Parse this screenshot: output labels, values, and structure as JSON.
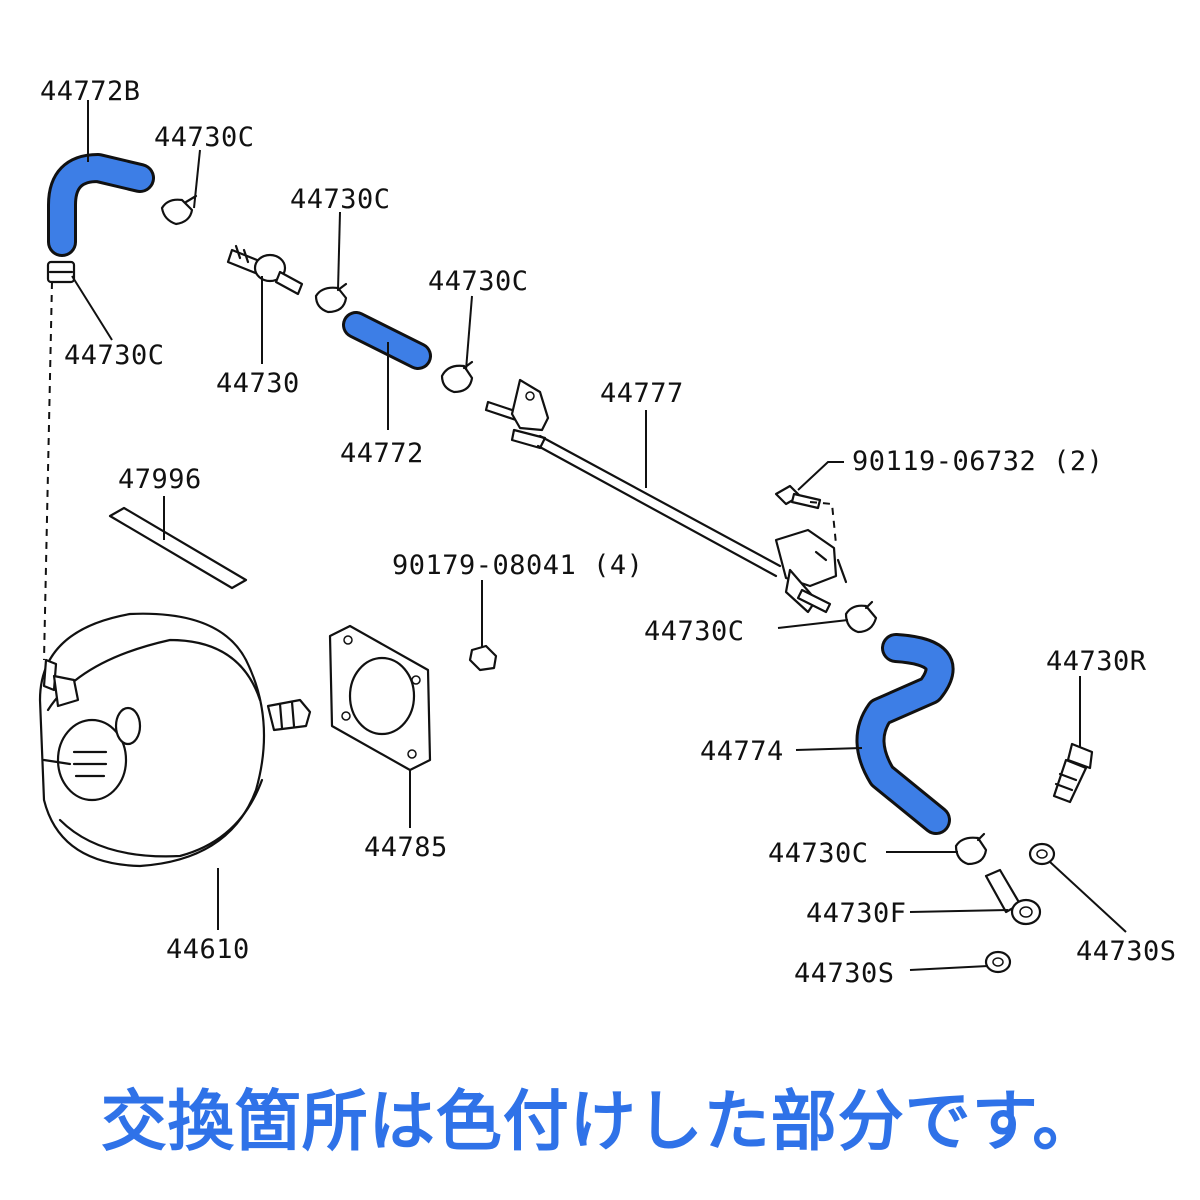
{
  "colors": {
    "highlight": "#3d7ee6",
    "line": "#111111",
    "caption": "#2f72e8"
  },
  "labels": {
    "p44772B": "44772B",
    "p44730C_1": "44730C",
    "p44730C_2": "44730C",
    "p44730C_3": "44730C",
    "p44730C_4": "44730C",
    "p44730C_5": "44730C",
    "p44730C_6": "44730C",
    "p44730": "44730",
    "p44772": "44772",
    "p44777": "44777",
    "p90119": "90119-06732 (2)",
    "p47996": "47996",
    "p90179": "90179-08041 (4)",
    "p44730R": "44730R",
    "p44774": "44774",
    "p44785": "44785",
    "p44610": "44610",
    "p44730F": "44730F",
    "p44730S_1": "44730S",
    "p44730S_2": "44730S"
  },
  "caption": "交換箇所は色付けした部分です。"
}
